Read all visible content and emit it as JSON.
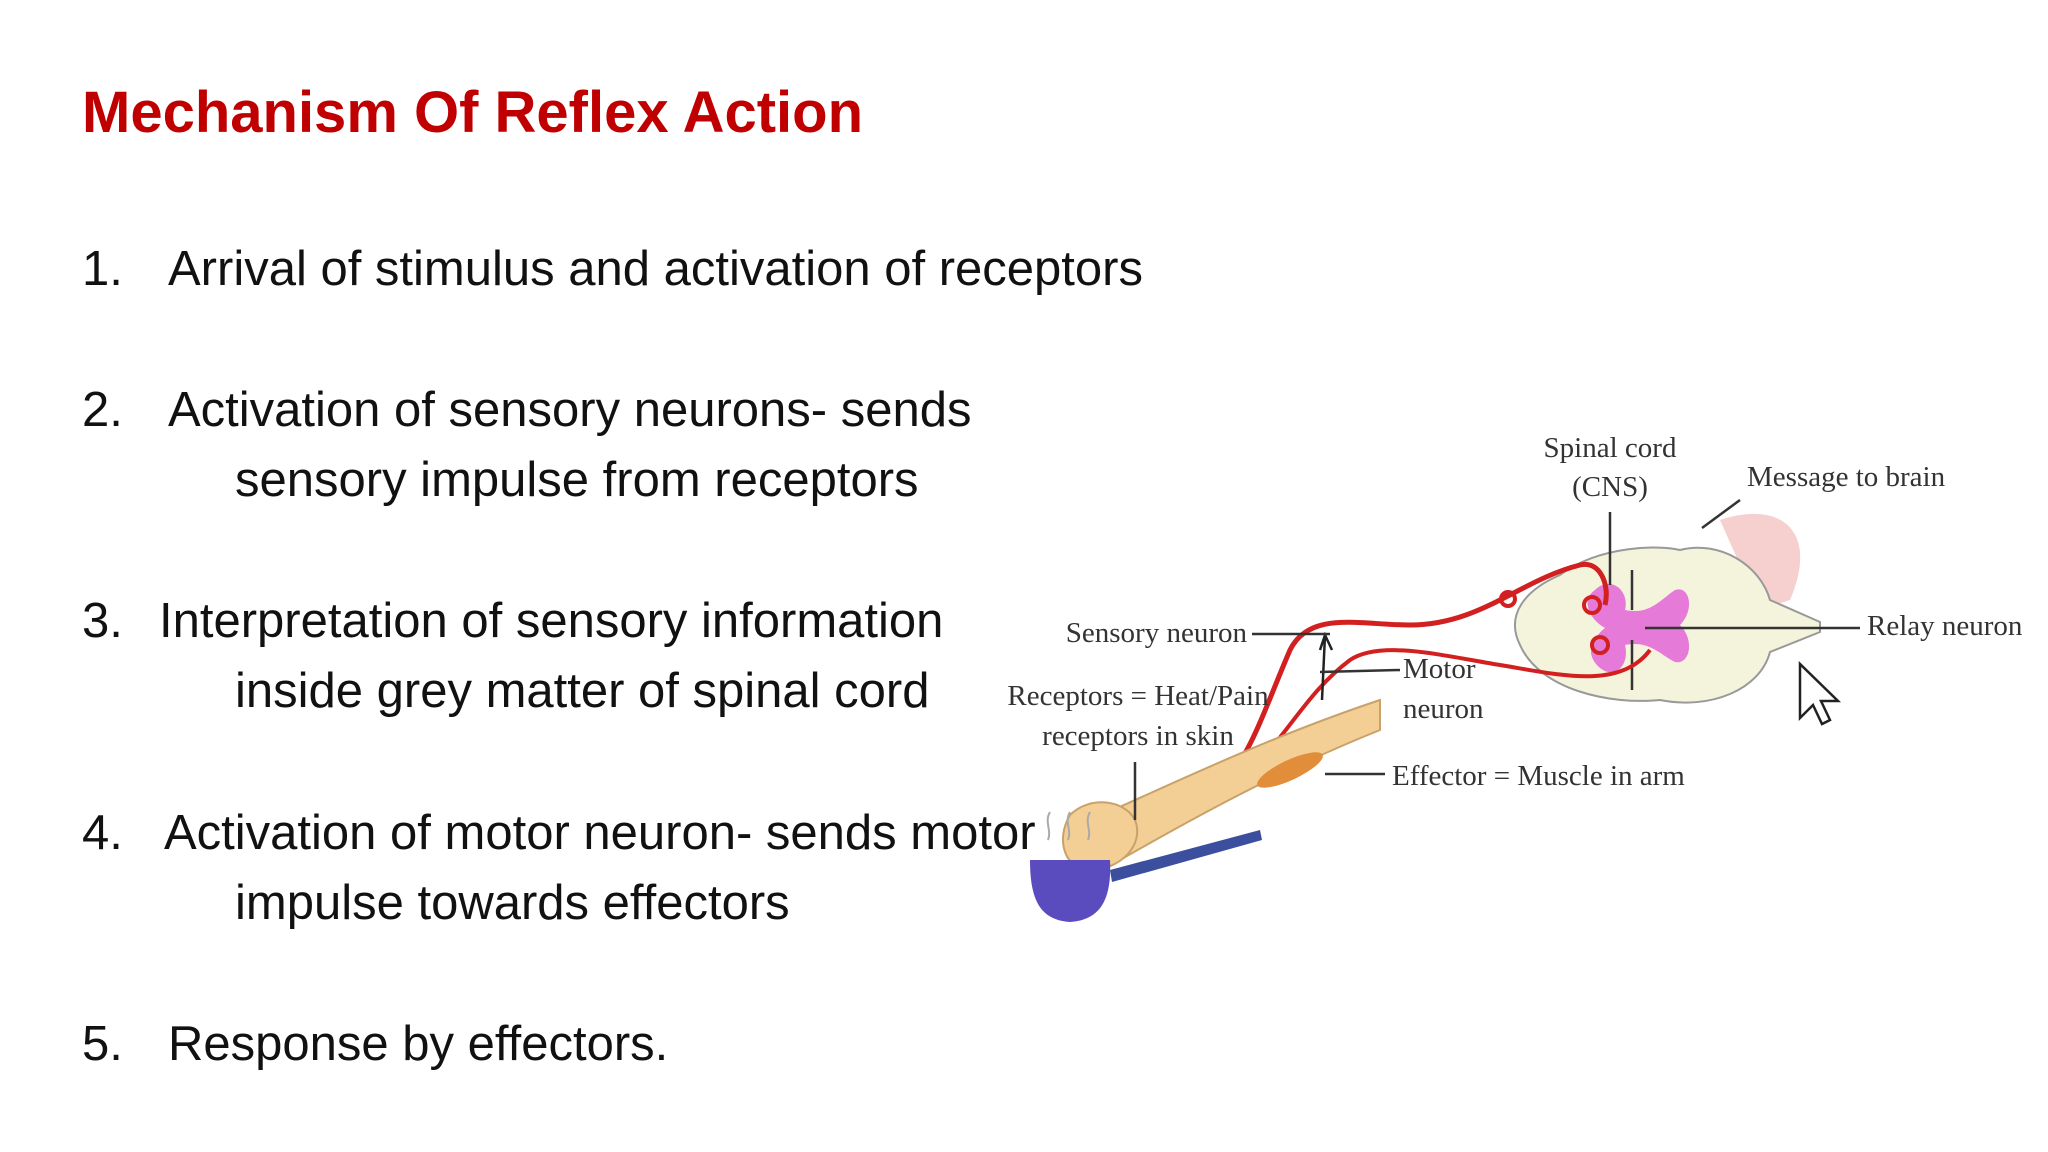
{
  "slide": {
    "title": "Mechanism Of Reflex Action",
    "points": [
      {
        "number": "1.",
        "line1": "Arrival of stimulus and activation of receptors",
        "line2": ""
      },
      {
        "number": "2.",
        "line1": "Activation of sensory neurons- sends",
        "line2": "sensory impulse from receptors"
      },
      {
        "number": "3.",
        "line1": "Interpretation of sensory information",
        "line2": "inside grey matter of spinal cord"
      },
      {
        "number": "4.",
        "line1": "Activation of motor neuron- sends motor",
        "line2": "impulse towards effectors"
      },
      {
        "number": "5.",
        "line1": "Response by effectors.",
        "line2": ""
      }
    ]
  },
  "diagram": {
    "labels": {
      "spinal_cord_line1": "Spinal cord",
      "spinal_cord_line2": "(CNS)",
      "message_to_brain": "Message to brain",
      "sensory_neuron": "Sensory neuron",
      "relay_neuron": "Relay neuron",
      "motor_neuron_line1": "Motor",
      "motor_neuron_line2": "neuron",
      "receptors_line1": "Receptors = Heat/Pain",
      "receptors_line2": "receptors in skin",
      "effector": "Effector = Muscle in arm"
    },
    "colors": {
      "nerve": "#d21f1f",
      "grey_matter": "#e67ad8",
      "white_matter": "#f4f4dc",
      "skin": "#f3cf95",
      "pan": "#5a4bbf"
    }
  }
}
